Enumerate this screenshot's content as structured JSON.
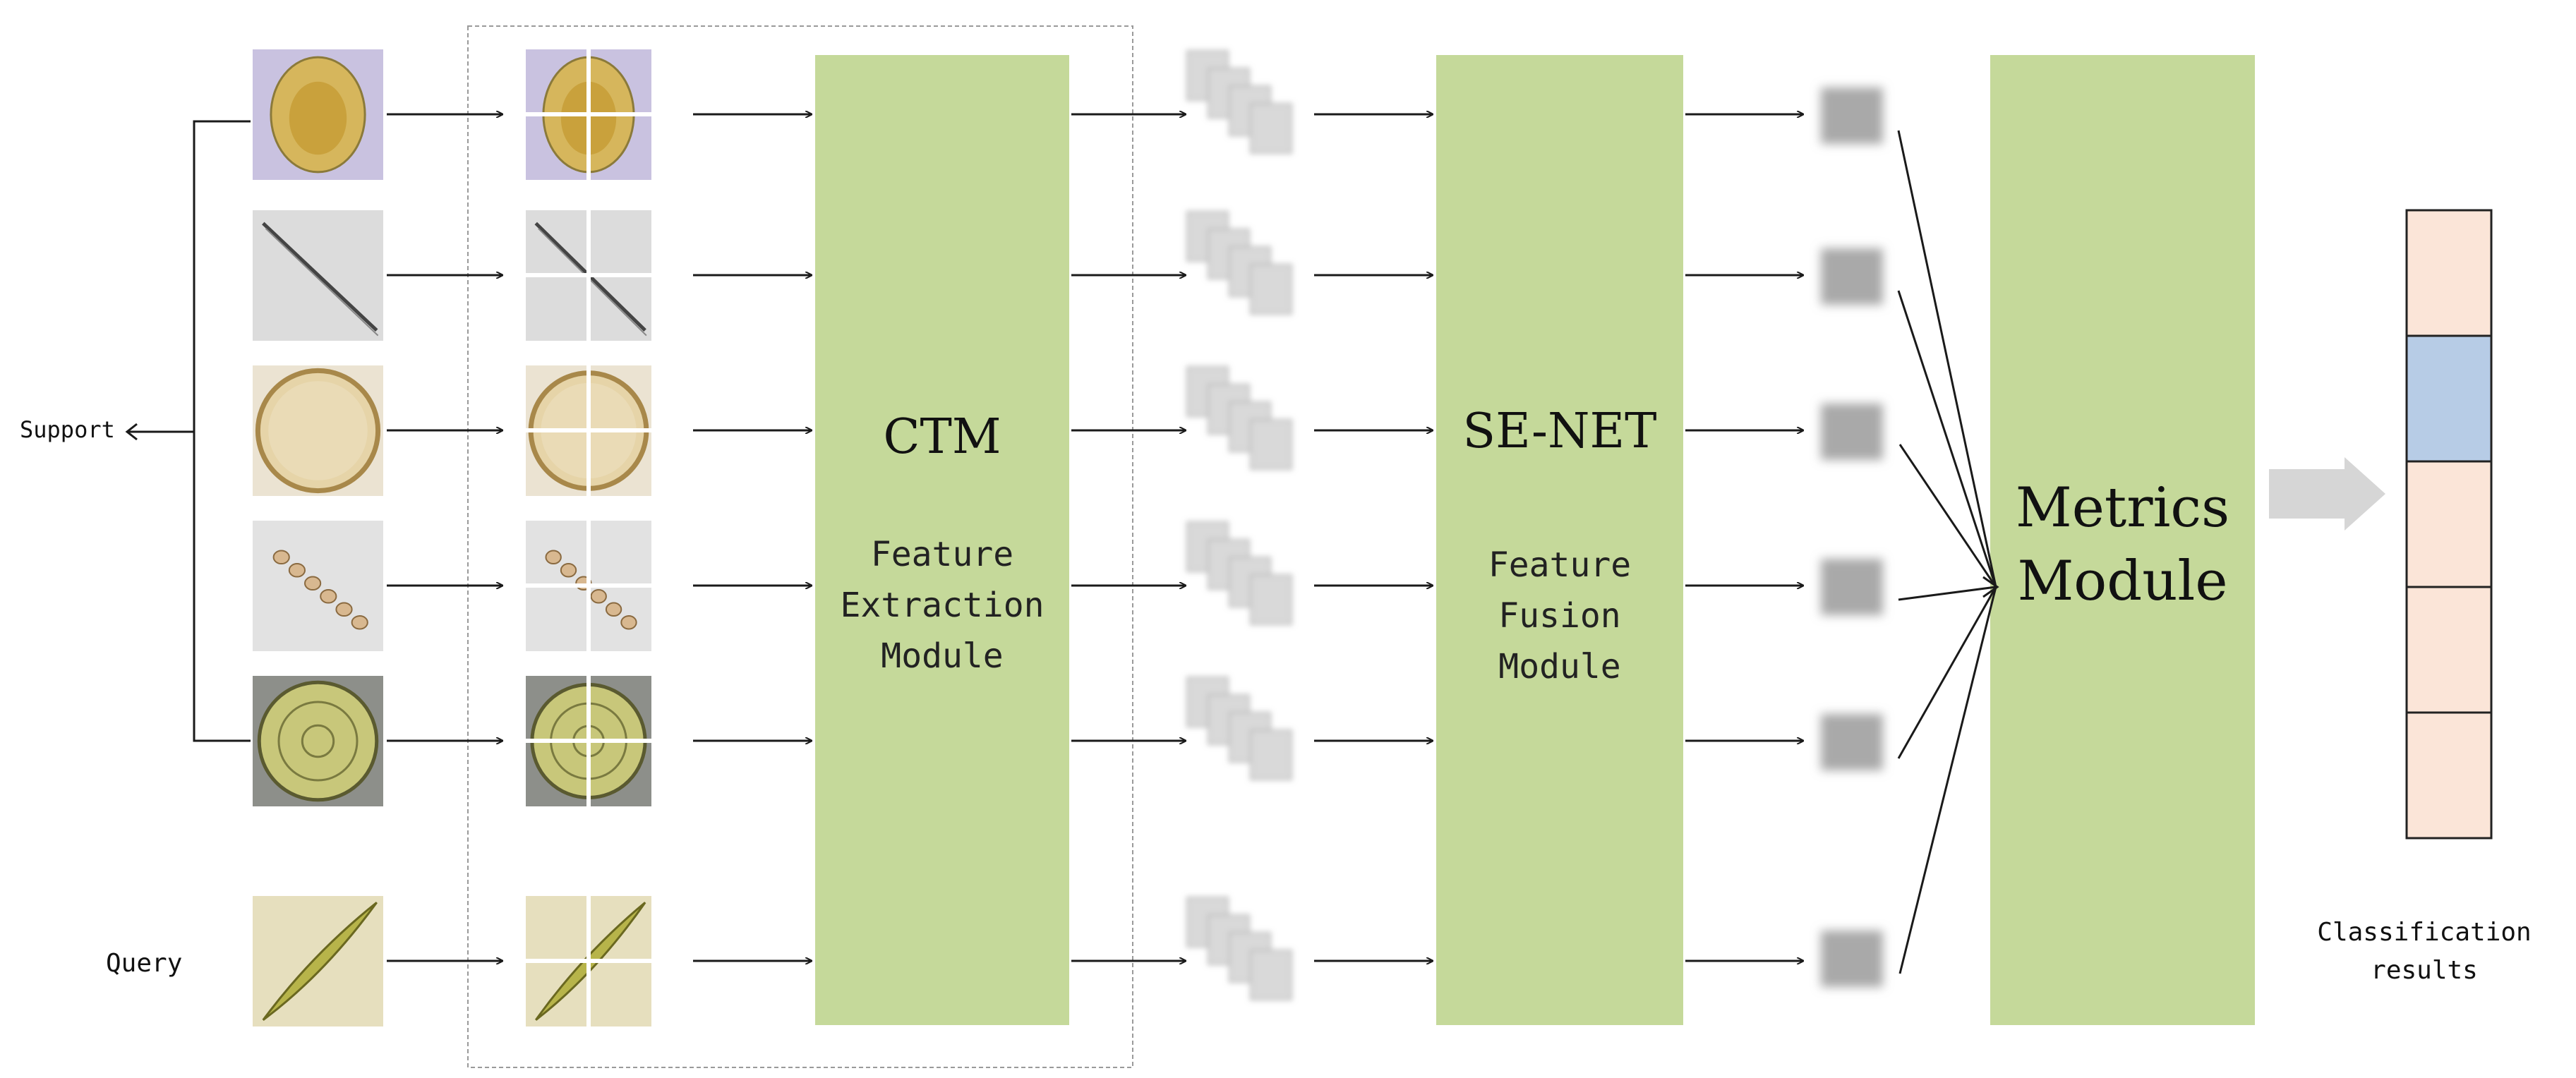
{
  "labels": {
    "support": "Support",
    "query": "Query",
    "classification": "Classification\nresults"
  },
  "modules": {
    "ctm": {
      "title": "CTM",
      "subtitle": "Feature\nExtraction\nModule"
    },
    "senet": {
      "title": "SE-NET",
      "subtitle": "Feature\nFusion\nModule"
    },
    "metrics": {
      "title": "Metrics\nModule"
    }
  },
  "samples": [
    {
      "kind": "round-cell",
      "role": "support"
    },
    {
      "kind": "needle",
      "role": "support"
    },
    {
      "kind": "disc",
      "role": "support"
    },
    {
      "kind": "chain",
      "role": "support"
    },
    {
      "kind": "green-disc",
      "role": "support"
    },
    {
      "kind": "spindle",
      "role": "query"
    }
  ],
  "result_bar": {
    "cells": 5,
    "highlighted": 1
  },
  "colors": {
    "module_fill": "#c5d99a",
    "result_cell": "#fbe5d8",
    "result_highlight": "#b7cce6",
    "arrow": "#1a1a1a",
    "big_arrow": "#d6d6d6"
  }
}
